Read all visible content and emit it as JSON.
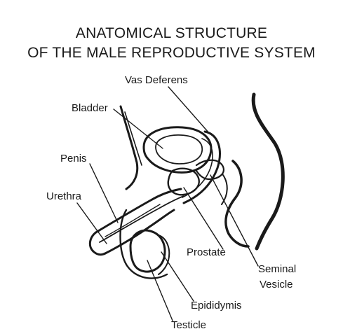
{
  "title": {
    "line1": "ANATOMICAL STRUCTURE",
    "line2": "OF THE MALE REPRODUCTIVE SYSTEM"
  },
  "labels": {
    "vas_deferens": "Vas Deferens",
    "bladder": "Bladder",
    "penis": "Penis",
    "urethra": "Urethra",
    "prostate": "Prostate",
    "seminal_line1": "Seminal",
    "seminal_line2": "Vesicle",
    "epididymis": "Epididymis",
    "testicle": "Testicle"
  },
  "colors": {
    "ink": "#1a1a1a",
    "background": "#ffffff"
  }
}
